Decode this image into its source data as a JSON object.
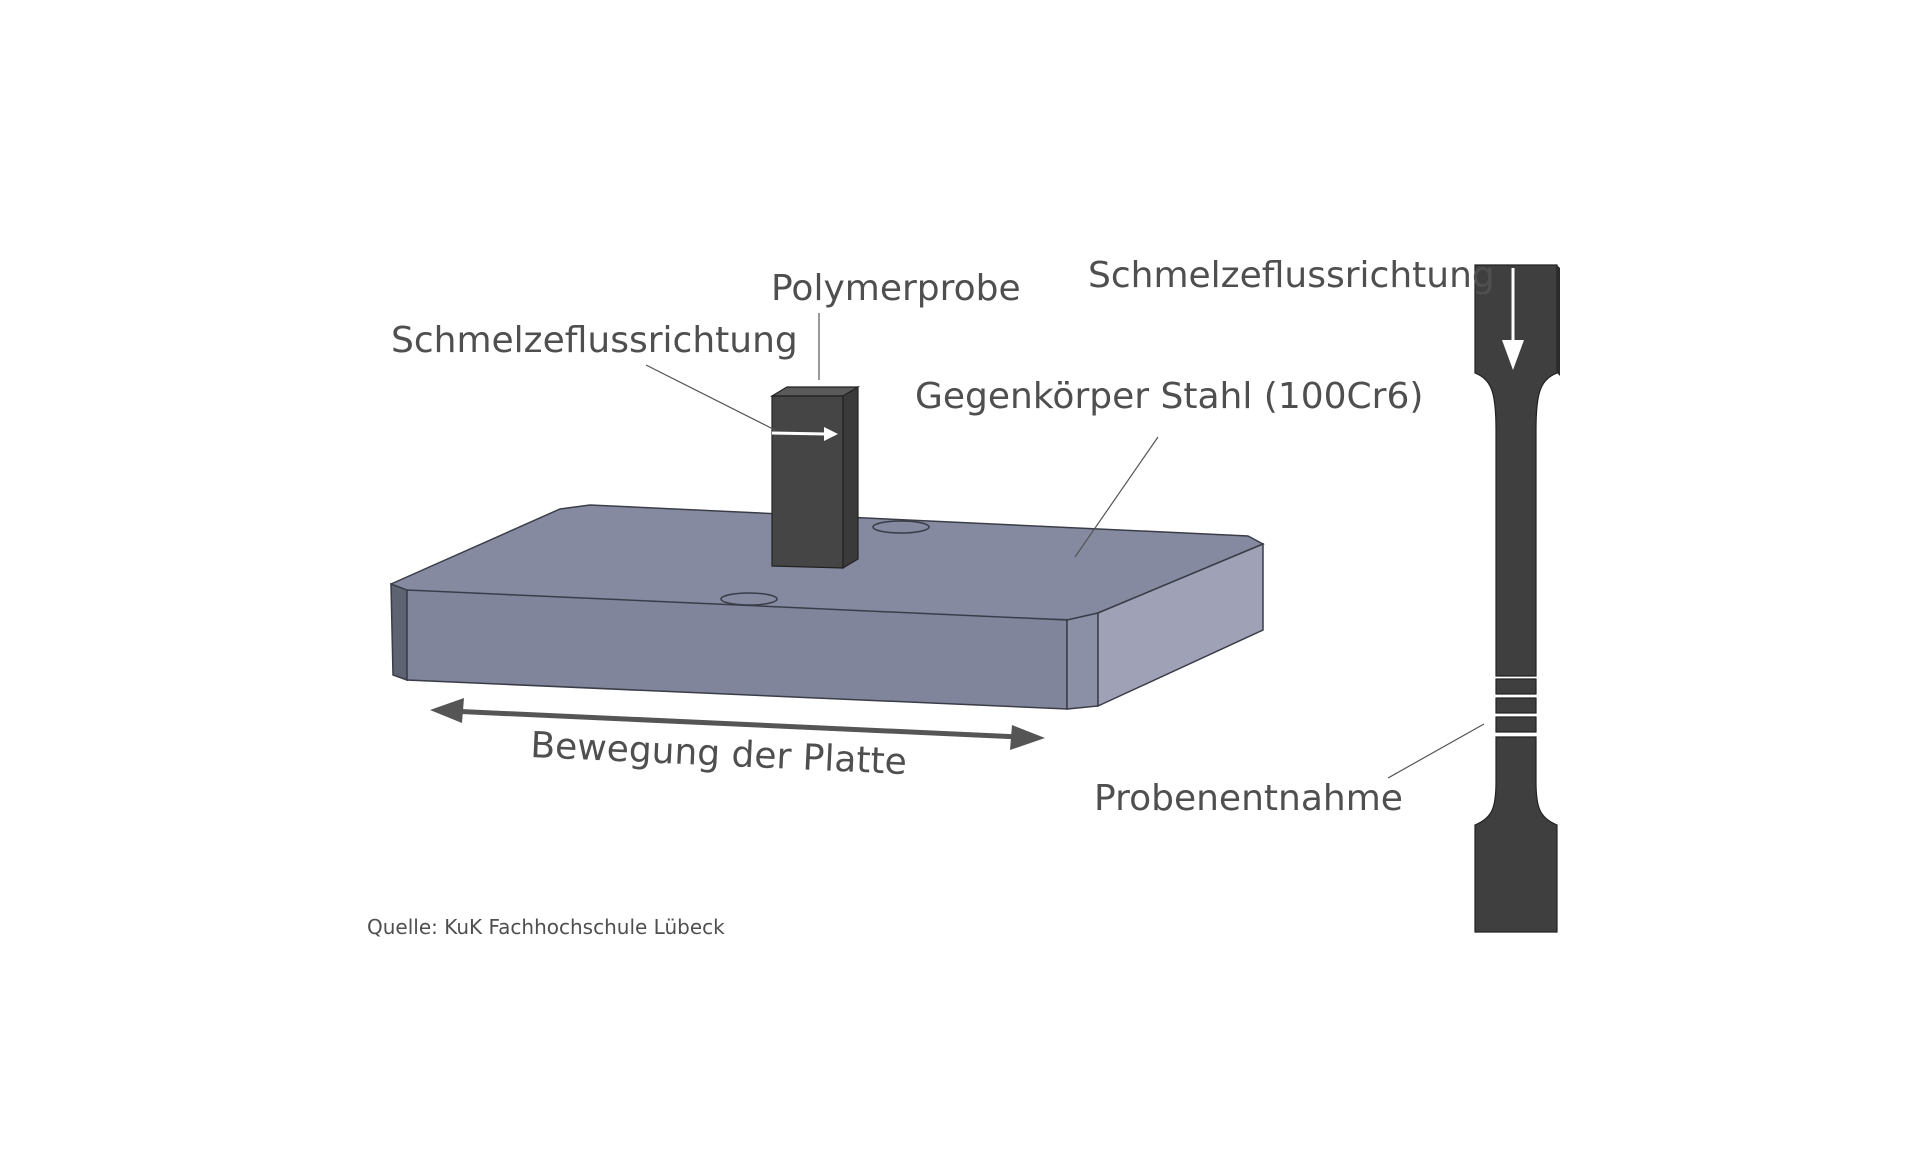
{
  "labels": {
    "polymer_sample": "Polymerprobe",
    "melt_flow_direction_left": "Schmelzeflussrichtung",
    "counter_body": "Gegenkörper Stahl (100Cr6)",
    "plate_movement": "Bewegung der Platte",
    "melt_flow_direction_right": "Schmelzeflussrichtung",
    "sample_extraction": "Probenentnahme"
  },
  "source_note": "Quelle: KuK Fachhochschule Lübeck",
  "colors": {
    "plate_top": "#858aa0",
    "plate_front": "#80859b",
    "plate_side": "#9fa2b6",
    "plate_left_end": "#5e6372",
    "sample_block": "#454545",
    "specimen": "#3f3f3f",
    "text": "#4f4f4f",
    "arrow": "#555555"
  }
}
